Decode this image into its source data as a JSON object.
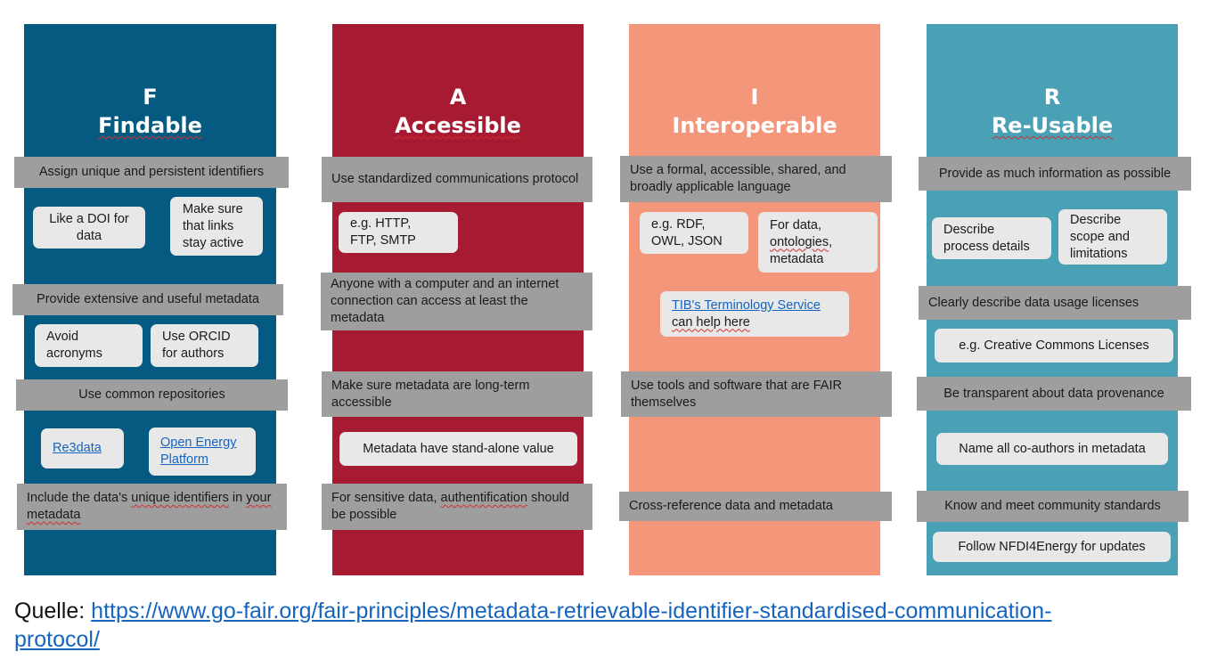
{
  "colors": {
    "findable": "#055a82",
    "accessible": "#a61a32",
    "interoperable": "#f4967a",
    "reusable": "#4aa0b4",
    "gray_box": "#9e9e9e",
    "pill": "#e8e8e8",
    "link": "#1565c0"
  },
  "columns": {
    "f": {
      "letter": "F",
      "name": "Findable",
      "g1": "Assign unique and persistent identifiers",
      "p1": "Like a DOI for data",
      "p2": "Make sure that links stay active",
      "g2": "Provide extensive and useful metadata",
      "p3": "Avoid acronyms",
      "p4": "Use ORCID for authors",
      "g3": "Use common repositories",
      "l1": "Re3data",
      "l2": "Open Energy Platform",
      "g4a": "Include the data's ",
      "g4b": "unique identifiers",
      "g4c": " in ",
      "g4d": "your metadata"
    },
    "a": {
      "letter": "A",
      "name": "Accessible",
      "g1": "Use standardized communications protocol",
      "p1": "e.g. HTTP, FTP, SMTP",
      "g2": "Anyone with a computer and an internet connection can access at least the metadata",
      "g3": "Make sure metadata are long-term accessible",
      "p2": "Metadata have stand-alone value",
      "g4a": "For sensitive data, ",
      "g4b": "authentification",
      "g4c": " should be possible"
    },
    "i": {
      "letter": "I",
      "name": "Interoperable",
      "g1": "Use a formal, accessible, shared, and broadly applicable language",
      "p1": "e.g. RDF, OWL, JSON",
      "p2a": "For data, ",
      "p2b": "ontologies",
      "p2c": ", metadata",
      "l1": "TIB's Terminology Service",
      "l1b": "can help here",
      "g2": "Use tools and software that are FAIR themselves",
      "g3": "Cross-reference data and metadata"
    },
    "r": {
      "letter": "R",
      "name": "Re-Usable",
      "g1": "Provide as much information as possible",
      "p1": "Describe process details",
      "p2": "Describe scope and limitations",
      "g2": "Clearly describe data usage licenses",
      "p3": "e.g. Creative Commons Licenses",
      "g3": "Be transparent about data provenance",
      "p4": "Name all co-authors in metadata",
      "g4": "Know and meet community standards",
      "p5": "Follow NFDI4Energy for updates"
    }
  },
  "source": {
    "label": "Quelle: ",
    "url": "https://www.go-fair.org/fair-principles/metadata-retrievable-identifier-standardised-communication-protocol/"
  }
}
